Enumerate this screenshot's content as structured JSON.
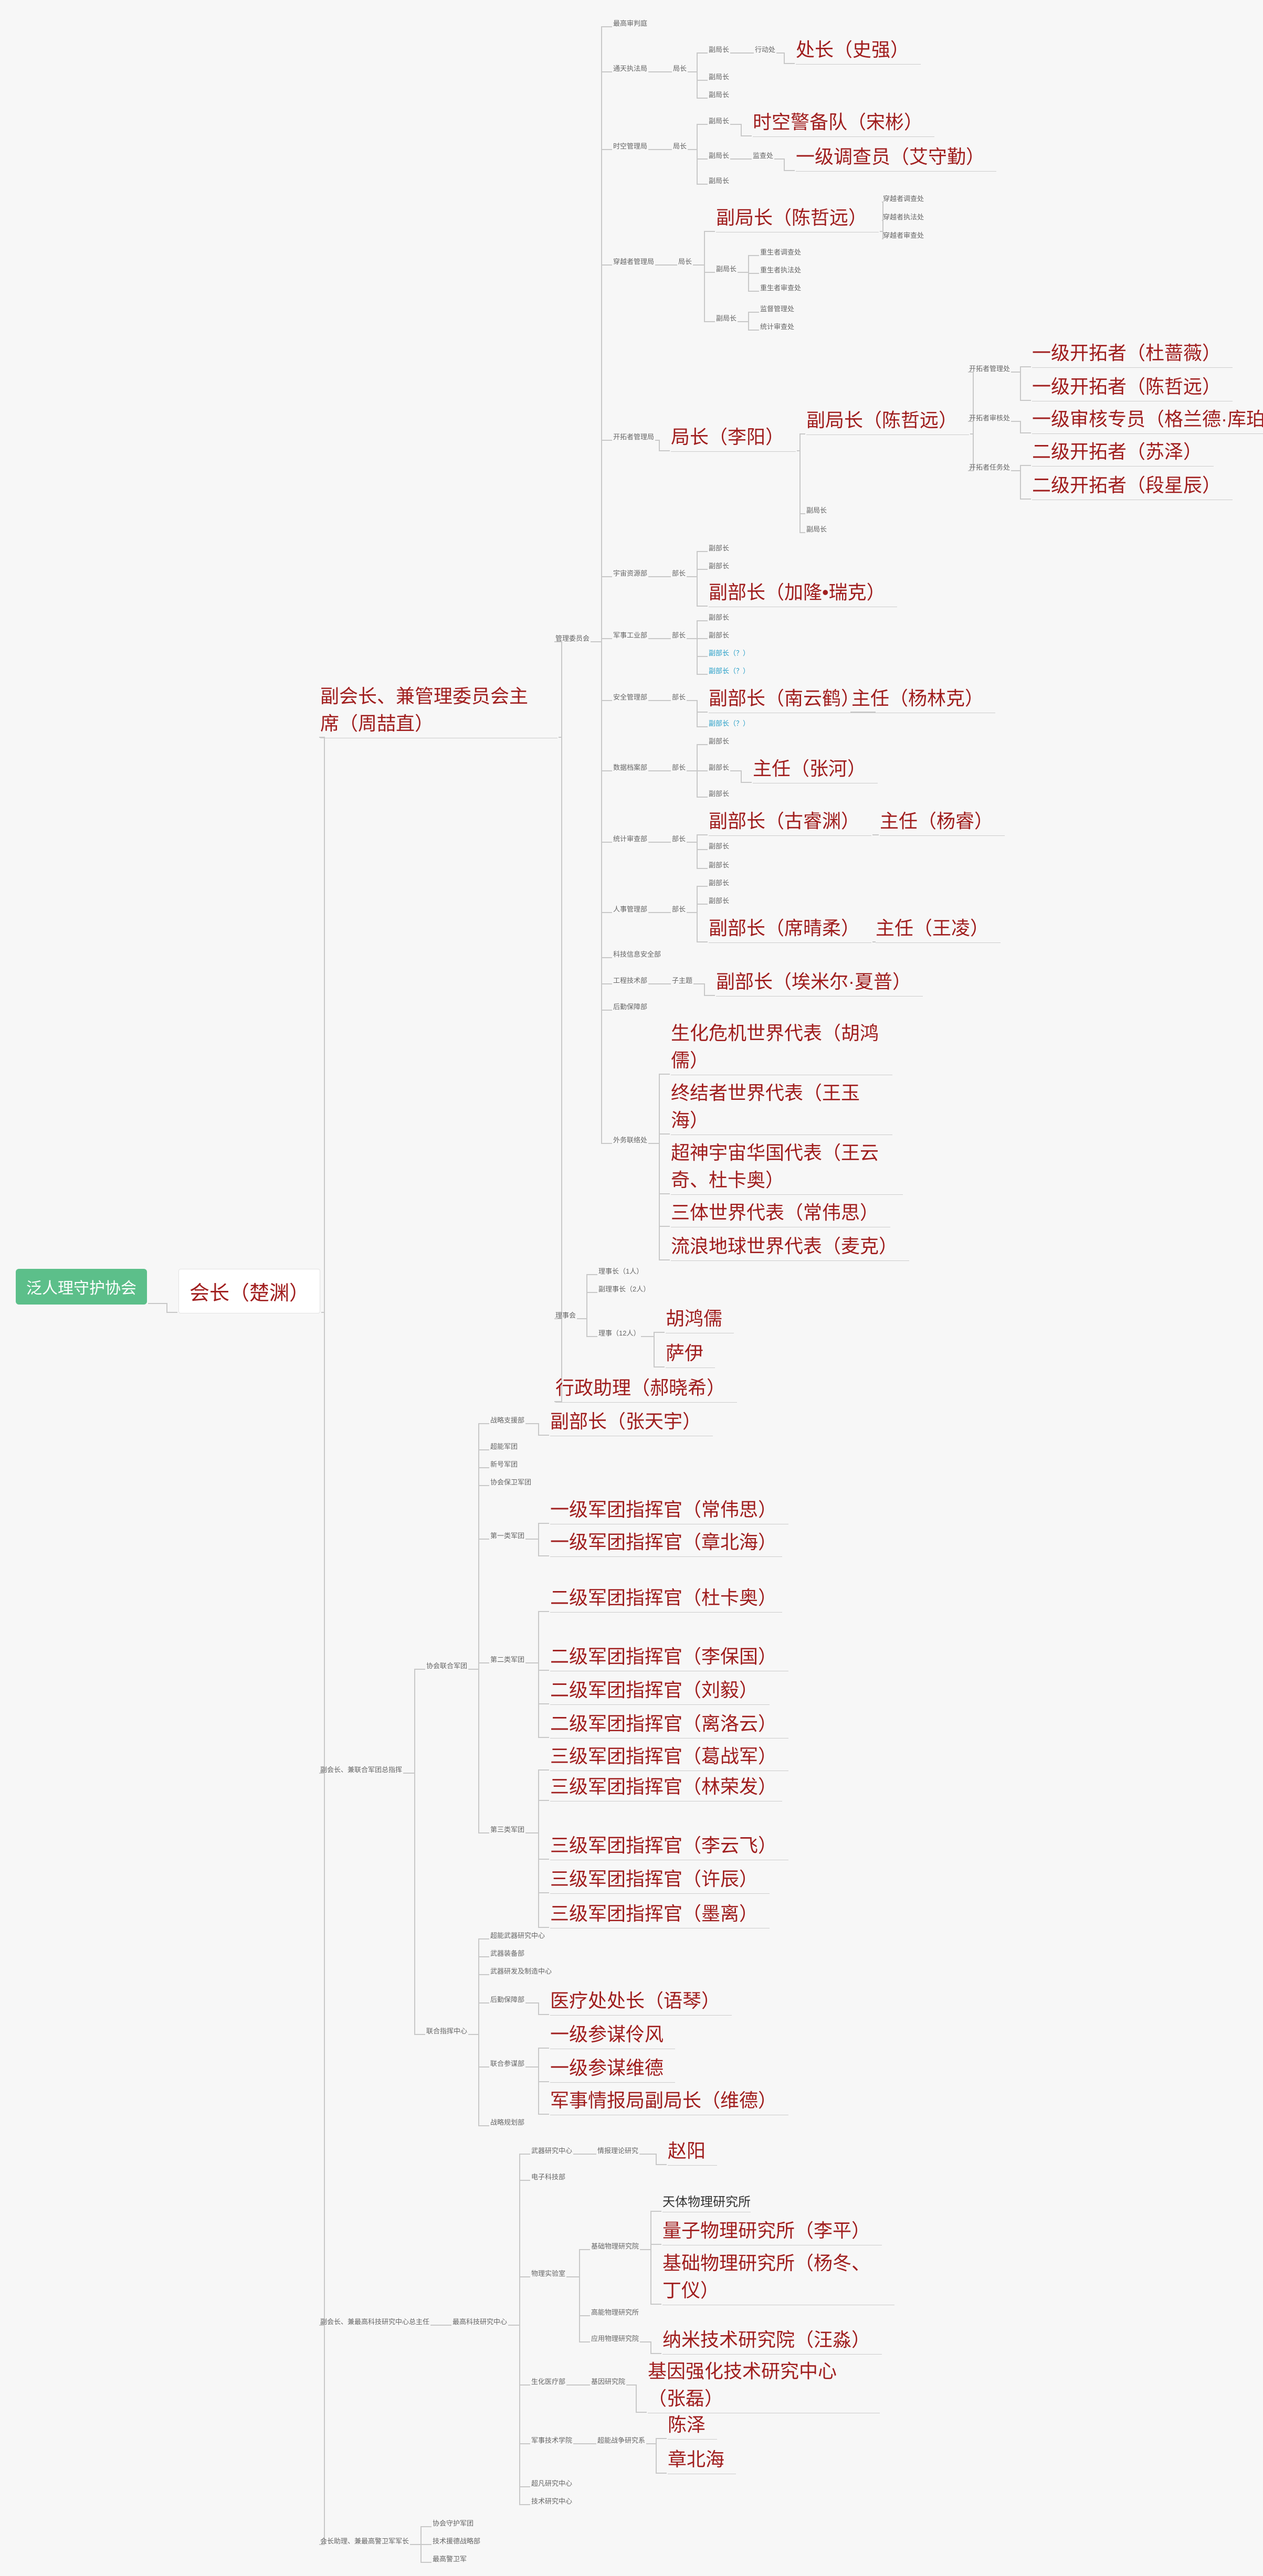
{
  "diagram": {
    "root": "泛人理守护协会",
    "president": "会长（楚渊）",
    "vp_management": "副会长、兼管理委员会主席（周喆直）",
    "management_committee": {
      "label": "管理委员会",
      "supreme_audit": "最高审判庭",
      "order_dept": {
        "label": "通天执法局",
        "role": "局长",
        "deputy1": "副局长",
        "action_section": "行动处",
        "action_head": "处长（史强）",
        "deputy2": "副局长",
        "deputy3": "副局长"
      },
      "spacetime_dept": {
        "label": "时空管理局",
        "role": "局长",
        "deputy1": "副局长",
        "police_team": "时空警备队（宋彬）",
        "deputy2": "副局长",
        "supervision": "监查处",
        "investigator": "一级调查员（艾守勤）",
        "deputy3": "副局长"
      },
      "traveler_dept": {
        "label": "穿越者管理局",
        "role": "局长",
        "deputy_chen": "副局长（陈哲远）",
        "subs_a": [
          "穿越者调查处",
          "穿越者执法处",
          "穿越者审查处"
        ],
        "deputy2": "副局长",
        "subs_b": [
          "重生者调查处",
          "重生者执法处",
          "重生者审查处"
        ],
        "deputy3": "副局长",
        "subs_c": [
          "监督管理处",
          "统计审查处"
        ]
      },
      "pioneer_dept": {
        "label": "开拓者管理局",
        "director": "局长（李阳）",
        "deputy_chen": "副局长（陈哲远）",
        "offices": [
          "开拓者管理处",
          "开拓者审核处",
          "开拓者任务处"
        ],
        "pioneer1_a": "一级开拓者（杜蔷薇）",
        "pioneer1_b": "一级开拓者（陈哲远）",
        "reviewer": "一级审核专员（格兰德·库珀）",
        "pioneer2_a": "二级开拓者（苏泽）",
        "pioneer2_b": "二级开拓者（段星辰）",
        "deputy2": "副局长",
        "deputy3": "副局长"
      },
      "resource_dept": {
        "label": "宇宙资源部",
        "role": "部长",
        "deputy1": "副部长",
        "deputy2": "副部长",
        "deputy_jialong": "副部长（加隆•瑞克）"
      },
      "military_industry_dept": {
        "label": "军事工业部",
        "role": "部长",
        "deputy1": "副部长",
        "deputy2": "副部长",
        "deputy_q1": "副部长（？）",
        "deputy_q2": "副部长（？）"
      },
      "security_dept": {
        "label": "安全管理部",
        "role": "部长",
        "deputy_nan": "副部长（南云鹤）",
        "director": "主任（杨林克）",
        "deputy_q3": "副部长（？）"
      },
      "data_dept": {
        "label": "数据档案部",
        "role": "部长",
        "deputy1": "副部长",
        "deputy2": "副部长",
        "director": "主任（张河）",
        "deputy3": "副部长"
      },
      "stats_dept": {
        "label": "统计审查部",
        "role": "部长",
        "deputy_gu": "副部长（古睿渊）",
        "director": "主任（杨睿）",
        "deputy2": "副部长",
        "deputy3": "副部长"
      },
      "hr_dept": {
        "label": "人事管理部",
        "role": "部长",
        "deputy1": "副部长",
        "deputy2": "副部长",
        "deputy_xi": "副部长（席晴柔）",
        "director": "主任（王凌）"
      },
      "info_security_dept": "科技信息安全部",
      "engineering_dept": {
        "label": "工程技术部",
        "sub": "子主题",
        "deputy": "副部长（埃米尔·夏普）"
      },
      "logistics_dept": "后勤保障部",
      "foreign_affairs": {
        "label": "外务联络处",
        "reps": [
          "生化危机世界代表（胡鸿儒）",
          "终结者世界代表（王玉海）",
          "超神宇宙华国代表（王云奇、杜卡奥）",
          "三体世界代表（常伟思）",
          "流浪地球世界代表（麦克）"
        ]
      }
    },
    "board": {
      "label": "理事会",
      "chair": "理事长（1人）",
      "vice_chair": "副理事长（2人）",
      "directors": "理事（12人）",
      "member1": "胡鸿儒",
      "member2": "萨伊",
      "assistant": "行政助理（郝晓希）"
    },
    "vp_army": {
      "label": "副会长、兼联合军团总指挥",
      "joint_army": {
        "label": "协会联合军团",
        "strategy_dept": "战略支援部",
        "strategy_deputy": "副部长（张天宇）",
        "air_army": "超能军团",
        "new_army": "新号军团",
        "defense_army": "协会保卫军团",
        "first_legion": "第一类军团",
        "first_members": [
          "一级军团指挥官（常伟思）",
          "一级军团指挥官（章北海）"
        ],
        "second_legion": "第二类军团",
        "second_members": [
          "二级军团指挥官（杜卡奥）",
          "二级军团指挥官（李保国）",
          "二级军团指挥官（刘毅）",
          "二级军团指挥官（离洛云）"
        ],
        "third_legion": "第三类军团",
        "third_members": [
          "三级军团指挥官（葛战军）",
          "三级军团指挥官（林荣发）",
          "三级军团指挥官（李云飞）",
          "三级军团指挥官（许辰）",
          "三级军团指挥官（墨离）"
        ]
      },
      "joint_command": {
        "label": "联合指挥中心",
        "items_top": [
          "超能武器研究中心",
          "武器装备部",
          "武器研发及制造中心"
        ],
        "logistics_support": "后勤保障部",
        "medical_head": "医疗处处长（语琴）",
        "joint_staff": "联合参谋部",
        "staff_members": [
          "一级参谋伶风",
          "一级参谋维德",
          "军事情报局副局长（维德）"
        ],
        "strategic_planning": "战略规划部"
      }
    },
    "vp_research": {
      "label": "副会长、兼最高科技研究中心总主任",
      "center": "最高科技研究中心",
      "weapon_center": "武器研究中心",
      "weapon_section": "情报理论研究",
      "weapon_head": "赵阳",
      "electronics": "电子科技部",
      "physics_lab": {
        "label": "物理实验室",
        "basic_institute": "基础物理研究院",
        "astro": "天体物理研究所",
        "quantum": "量子物理研究所（李平）",
        "basic_physics": "基础物理研究所（杨冬、丁仪）",
        "high_energy": "高能物理研究所",
        "applied_institute": "应用物理研究院",
        "nano": "纳米技术研究院（汪淼）"
      },
      "biotech": {
        "label": "生化医疗部",
        "gene_institute": "基因研究院",
        "gene_center": "基因强化技术研究中心（张磊）"
      },
      "military_academy": {
        "label": "军事技术学院",
        "school": "超能战争研究系",
        "member1": "陈泽",
        "member2": "章北海"
      },
      "super_weapons": "超凡研究中心",
      "tech_center": "技术研究中心"
    },
    "vp_guard": {
      "label": "会长助理、兼最高警卫军军长",
      "items": [
        "协会守护军团",
        "技术援德战略部",
        "最高警卫军"
      ]
    }
  }
}
